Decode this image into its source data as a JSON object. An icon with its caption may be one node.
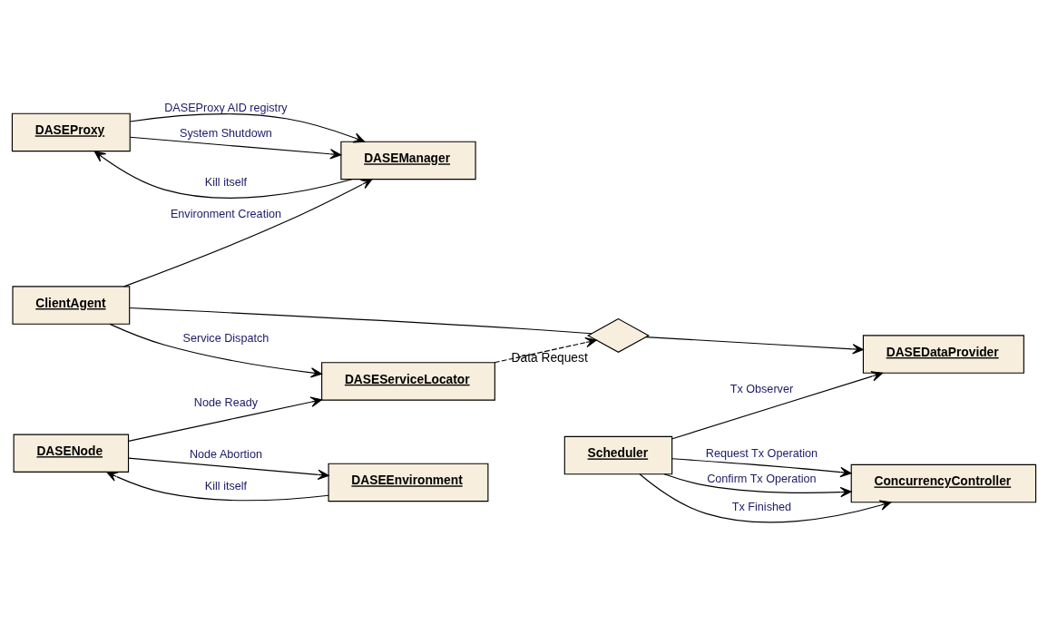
{
  "diagram": {
    "nodes": [
      {
        "text": [
          "DASEProxy"
        ]
      },
      {
        "text": [
          "DASEManager"
        ]
      },
      {
        "text": [
          "DASENode"
        ]
      },
      {
        "text": [
          "ClientAgent"
        ]
      },
      {
        "text": [
          "DASEServiceLocator"
        ]
      },
      {
        "text": [
          "DASEEnvironment"
        ]
      },
      {
        "text": [
          "Scheduler"
        ]
      },
      {
        "text": [],
        "shape": "diamond",
        "beside": [
          "Data Request"
        ]
      },
      {
        "text": [
          "DASEDataProvider"
        ]
      },
      {
        "text": [
          "ConcurrencyController"
        ]
      }
    ],
    "edges": [
      {
        "from": 1,
        "to": 0,
        "arrow": "to",
        "label": "Kill itself"
      },
      {
        "from": 0,
        "to": 1,
        "arrow": "to",
        "label": "DASEProxy AID registry"
      },
      {
        "from": 0,
        "to": 1,
        "arrow": "to",
        "label": "System Shutdown"
      },
      {
        "from": 3,
        "to": 1,
        "arrow": "to",
        "label": "Environment Creation"
      },
      {
        "from": 3,
        "to": 4,
        "arrow": "to",
        "label": "Service Dispatch"
      },
      {
        "from": 2,
        "to": 4,
        "arrow": "to",
        "label": "Node Ready"
      },
      {
        "from": 2,
        "to": 5,
        "arrow": "to",
        "label": "Node Abortion"
      },
      {
        "from": 5,
        "to": 2,
        "arrow": "to",
        "label": "Kill itself"
      },
      {
        "from": 4,
        "to": 7,
        "arrow": "to",
        "style": "dashed"
      },
      {
        "from": 3,
        "to": 7,
        "arrow": "none"
      },
      {
        "from": 7,
        "to": 8,
        "arrow": "to"
      },
      {
        "from": 6,
        "to": 8,
        "arrow": "to",
        "label": "Tx Observer"
      },
      {
        "from": 6,
        "to": 9,
        "arrow": "to",
        "label": "Request Tx Operation"
      },
      {
        "from": 6,
        "to": 9,
        "arrow": "to",
        "label": "Confirm Tx Operation"
      },
      {
        "from": 6,
        "to": 9,
        "arrow": "to",
        "label": "Tx Finished"
      }
    ]
  }
}
